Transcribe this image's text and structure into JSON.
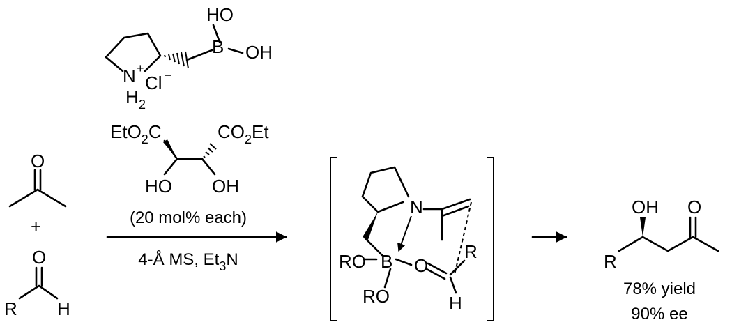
{
  "catalyst": {
    "boronic_acid": {
      "oh_top": "HO",
      "b": "B",
      "oh_right": "OH",
      "n": "N",
      "n_charge": "+",
      "cl": "Cl",
      "cl_charge": "−",
      "h": "H",
      "h_sub": "2"
    },
    "tartrate": {
      "left_ester_a": "EtO",
      "left_ester_sub": "2",
      "left_ester_b": "C",
      "right_ester_a": "CO",
      "right_ester_sub": "2",
      "right_ester_b": "Et",
      "oh_left": "HO",
      "oh_right": "OH"
    },
    "loading": "(20 mol% each)",
    "conditions_a": "4-Å MS, Et",
    "conditions_sub": "3",
    "conditions_b": "N"
  },
  "reactants": {
    "ketone_o": "O",
    "plus": "+",
    "aldehyde_o": "O",
    "aldehyde_r": "R",
    "aldehyde_h": "H"
  },
  "transition_state": {
    "n": "N",
    "b": "B",
    "ro_left": "RO",
    "ro_bottom": "RO",
    "o": "O",
    "r": "R",
    "h": "H"
  },
  "product": {
    "oh": "OH",
    "o": "O",
    "r": "R",
    "yield": "78% yield",
    "ee": "90% ee"
  }
}
